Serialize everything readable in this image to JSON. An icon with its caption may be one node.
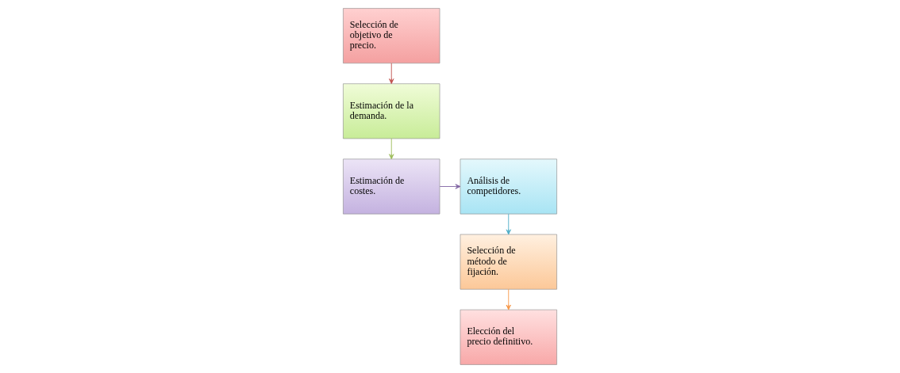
{
  "diagram": {
    "nodes": [
      {
        "text": [
          "Selección de objetivo de precio."
        ]
      },
      {
        "text": [
          "Estimación de la demanda."
        ]
      },
      {
        "text": [
          "Estimación de costes."
        ]
      },
      {
        "text": [
          "Análisis de competidores."
        ]
      },
      {
        "text": [
          "Selección de método de fijación."
        ]
      },
      {
        "text": [
          "Elección del precio definitivo."
        ]
      }
    ],
    "edges": [
      {
        "from": 0,
        "to": 1,
        "arrow": "to",
        "color": "#c0504d"
      },
      {
        "from": 1,
        "to": 2,
        "arrow": "to",
        "color": "#9bbb59"
      },
      {
        "from": 2,
        "to": 3,
        "arrow": "to",
        "color": "#8064a2"
      },
      {
        "from": 3,
        "to": 4,
        "arrow": "to",
        "color": "#4bacc6"
      },
      {
        "from": 4,
        "to": 5,
        "arrow": "to",
        "color": "#f79646"
      }
    ]
  }
}
